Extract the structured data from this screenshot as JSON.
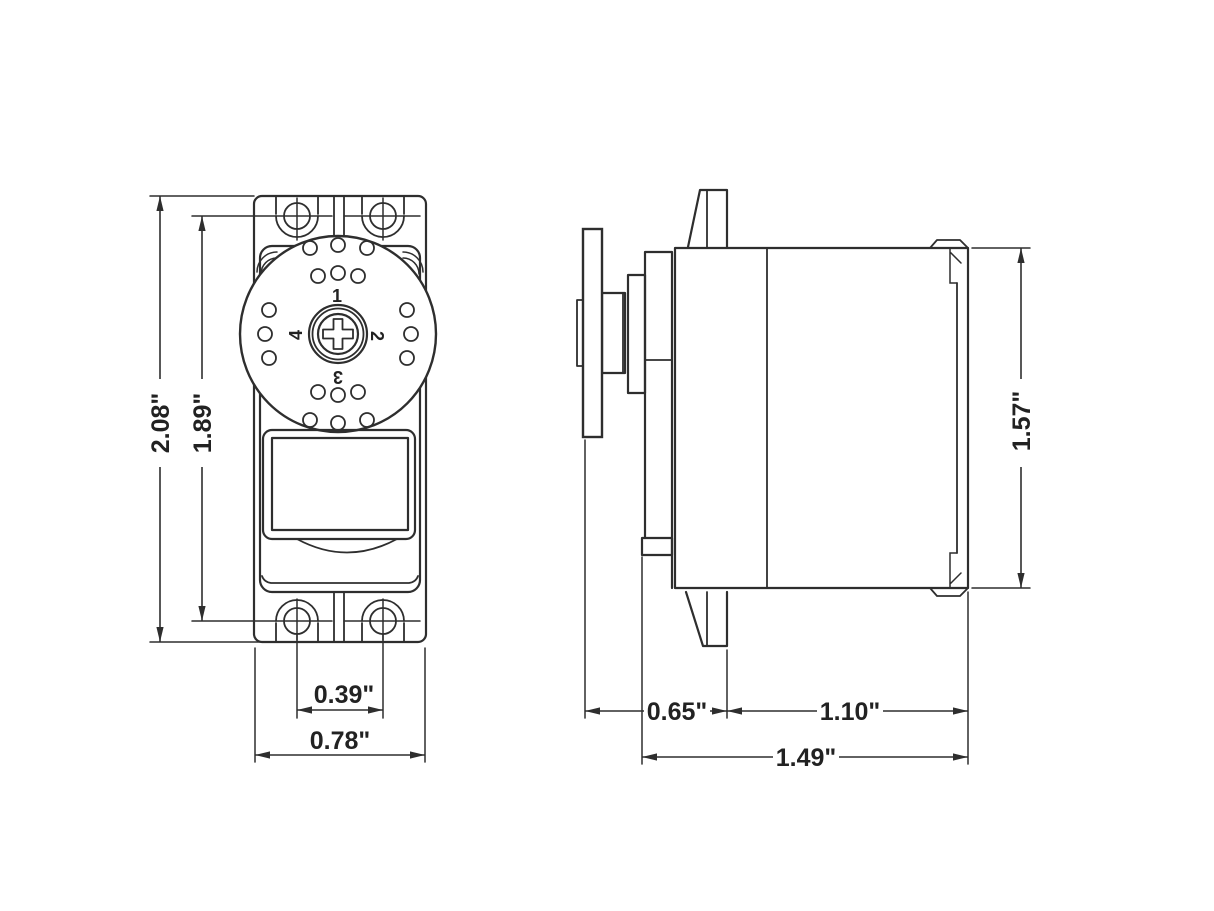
{
  "front_view": {
    "dims": {
      "overall_height": "2.08\"",
      "hole_spacing_vertical": "1.89\"",
      "hole_spacing_horizontal": "0.39\"",
      "case_width": "0.78\""
    },
    "horn": {
      "arm_1": "1",
      "arm_2": "2",
      "arm_3": "3",
      "arm_4": "4"
    }
  },
  "side_view": {
    "dims": {
      "body_height": "1.57\"",
      "horn_face_to_flange": "0.65\"",
      "flange_to_rear": "1.10\"",
      "overall_length": "1.49\""
    }
  },
  "colors": {
    "line": "#2e2e2e",
    "background": "#ffffff"
  }
}
